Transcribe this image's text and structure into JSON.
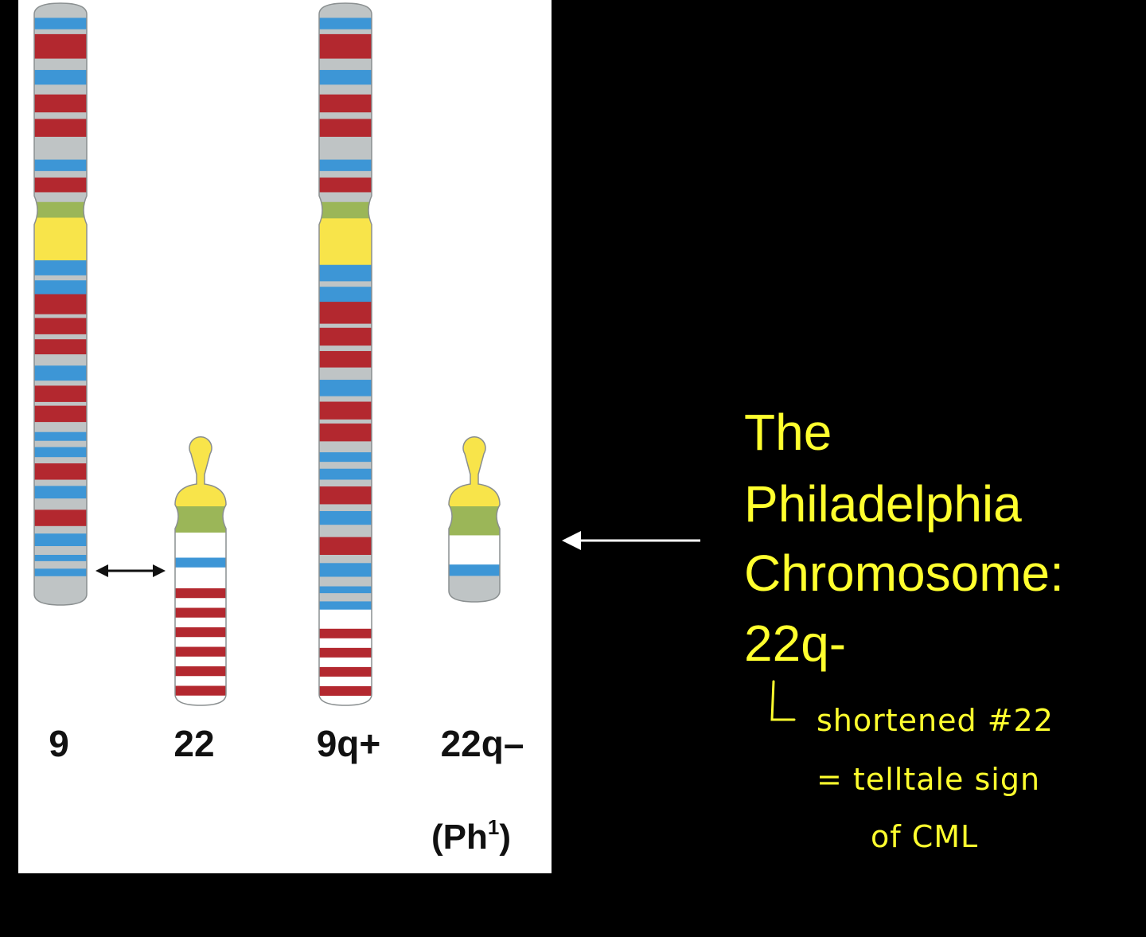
{
  "labels": {
    "chr9": "9",
    "chr22": "22",
    "chr9q": "9q+",
    "chr22q": "22q–",
    "ph1_open": "(Ph",
    "ph1_sup": "1",
    "ph1_close": ")"
  },
  "title_lines": [
    "The",
    "Philadelphia",
    "Chromosome:",
    "22q-"
  ],
  "note_lines": [
    "shortened #22",
    "= telltale sign",
    "of CML"
  ],
  "colors": {
    "red": "#b3282f",
    "blue": "#3d96d6",
    "gray": "#bfc4c5",
    "green": "#9bb658",
    "yellow": "#f8e44a",
    "white": "#ffffff",
    "title": "#ffff2e",
    "note": "#ffff2e"
  },
  "icons": {
    "swap": "double-headed-arrow-icon",
    "pointer": "left-arrow-icon"
  }
}
